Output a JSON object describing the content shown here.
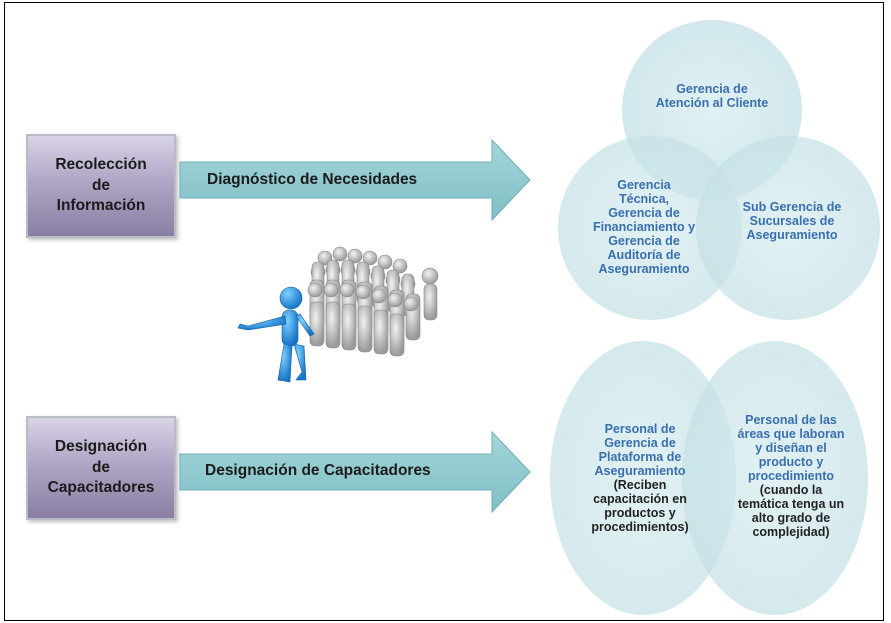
{
  "boxes": {
    "top": "Recolección\nde\nInformación",
    "bottom": "Designación\nde\nCapacitadores"
  },
  "arrows": {
    "top": "Diagnóstico de Necesidades",
    "bottom": "Designación de Capacitadores"
  },
  "top_circles": {
    "top": "Gerencia de\nAtención al Cliente",
    "left": "Gerencia\nTécnica,\nGerencia de\nFinanciamiento y\nGerencia de\nAuditoría de\nAseguramiento",
    "right": "Sub Gerencia de\nSucursales de\nAseguramiento"
  },
  "bottom_circles": {
    "left_title": "Personal de\nGerencia de\nPlataforma de\nAseguramiento",
    "left_note": "(Reciben\ncapacitación en\nproductos y\nprocedimientos)",
    "right_title": "Personal de las\náreas que laboran\ny diseñan el\nproducto y\nprocedimiento",
    "right_note": "(cuando la\ntemática tenga un\nalto grado de\ncomplejidad)"
  },
  "colors": {
    "circle_fill": "#cfe6eb",
    "arrow_fill": "#8fcbd0",
    "text_blue": "#3a6fae",
    "box_fill": "#a99fbf"
  },
  "icons": [
    "presenter-figure-icon",
    "audience-group-icon"
  ]
}
